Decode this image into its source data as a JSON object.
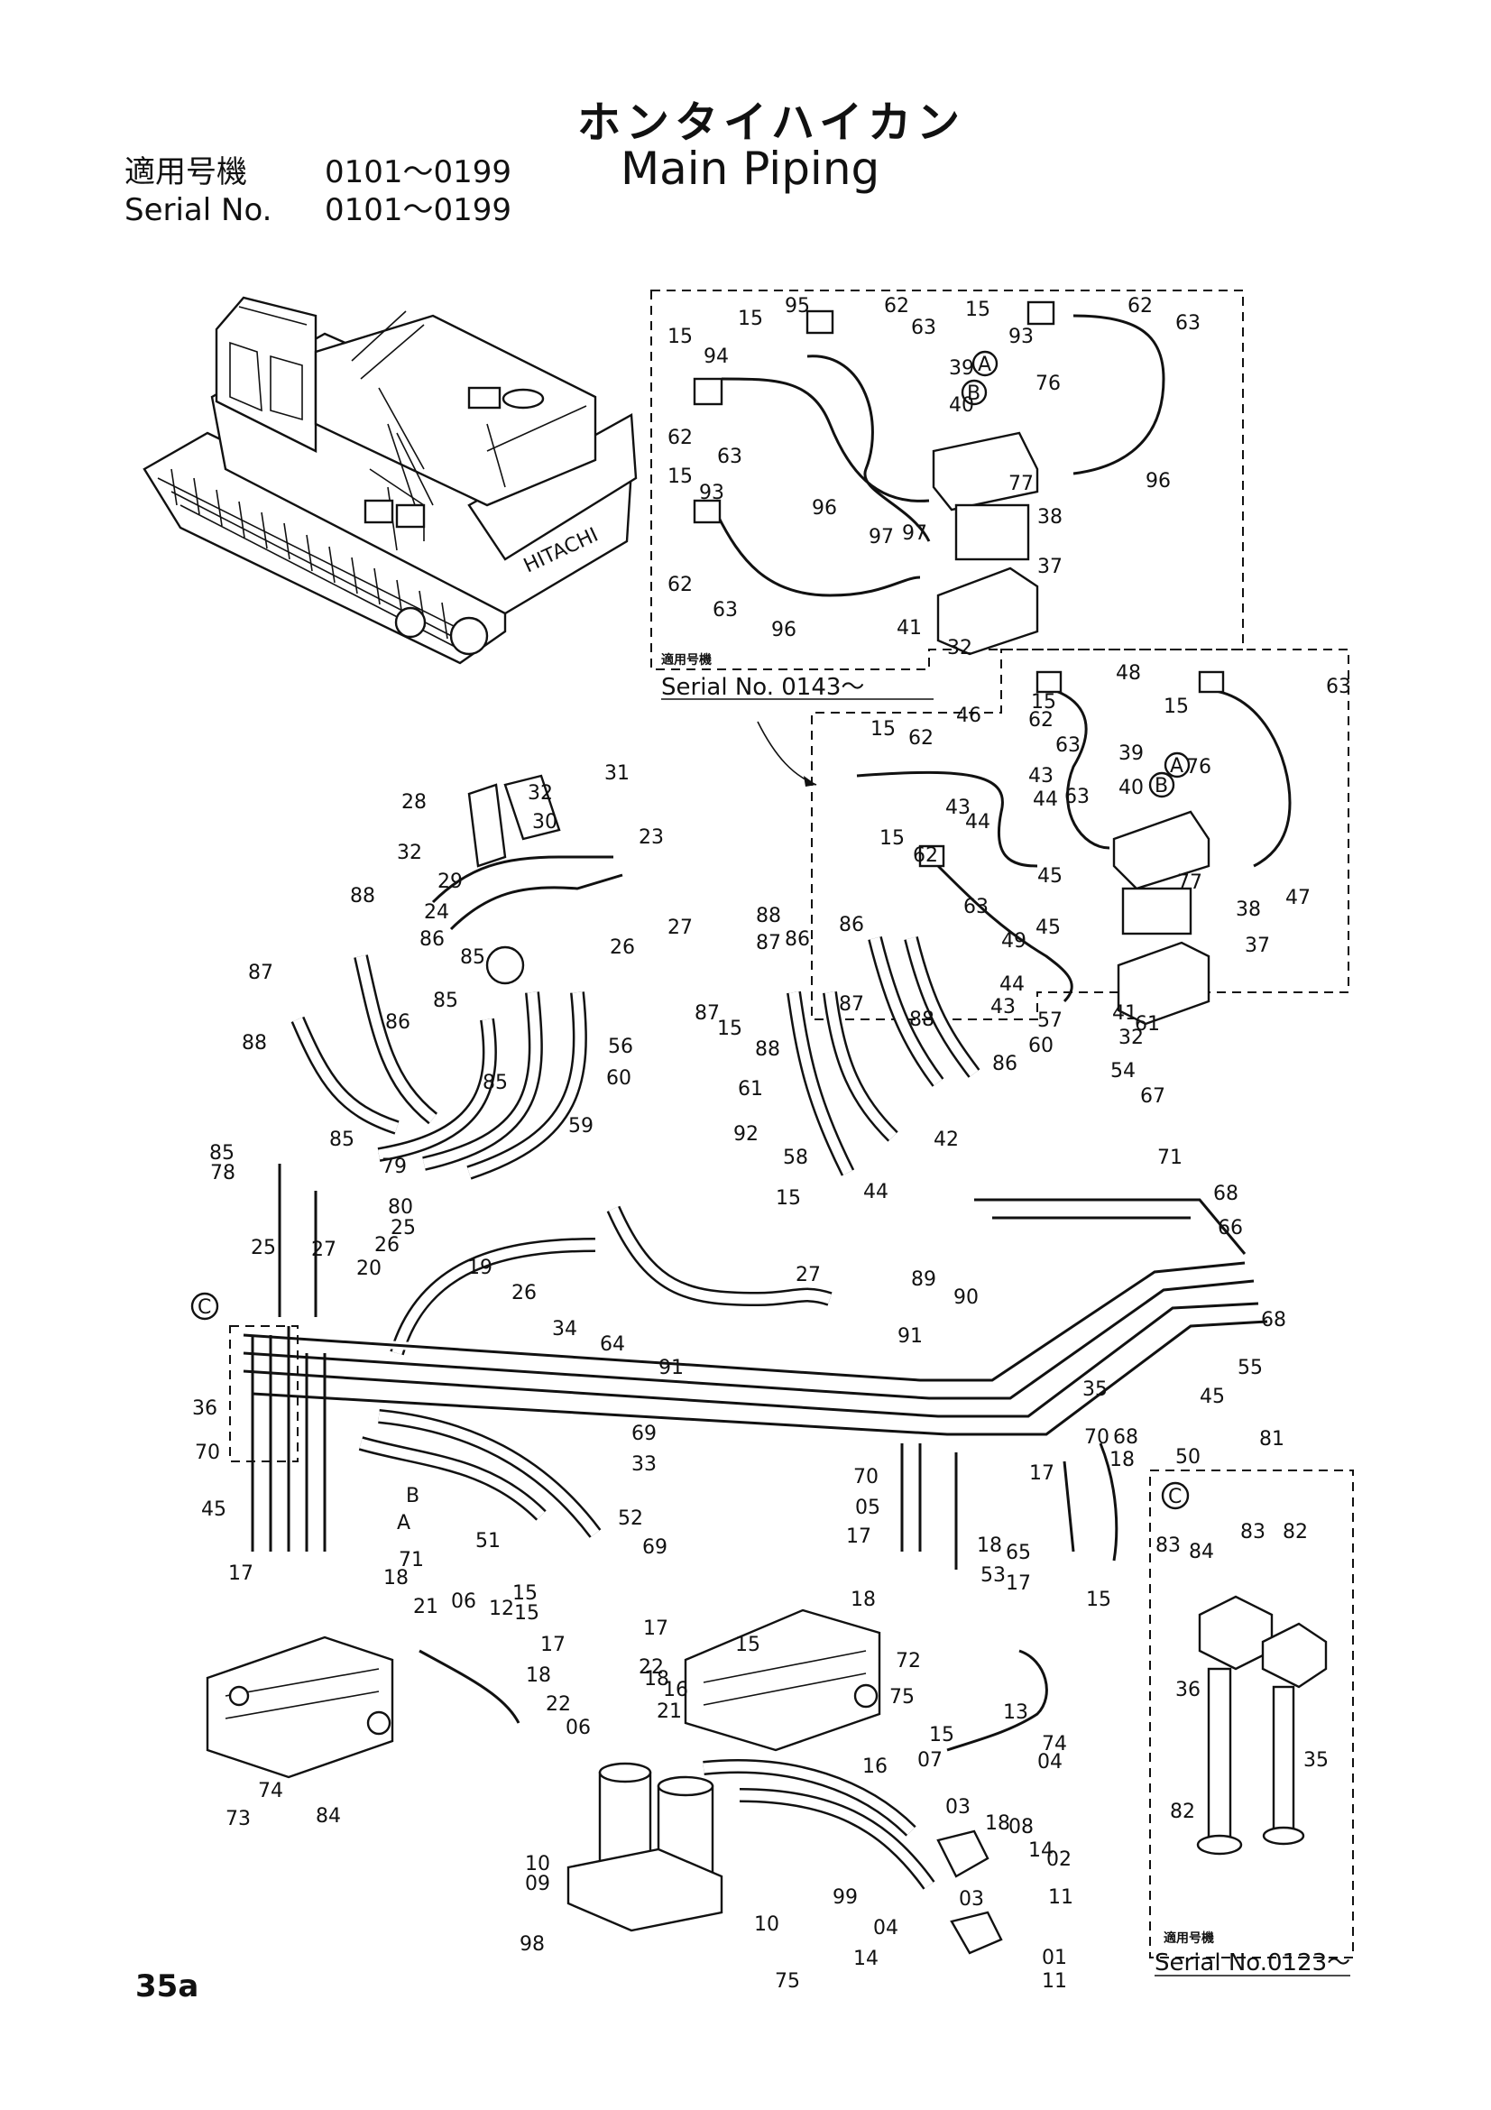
{
  "title": {
    "japanese": "ホンタイハイカン",
    "english": "Main Piping"
  },
  "applicability": {
    "jp_label": "適用号機",
    "jp_range": "0101～0199",
    "en_label": "Serial No.",
    "en_range": "0101～0199"
  },
  "insets": {
    "upper_serial_jp": "適用号機",
    "upper_serial": "Serial No. 0143～",
    "lower_serial_jp": "適用号機",
    "lower_serial": "Serial No.0123～",
    "lower_marker": "C"
  },
  "markers": {
    "a": "A",
    "b": "B",
    "c": "C"
  },
  "machine_brand": "HITACHI",
  "page_number": "35a",
  "part_labels": [
    "15",
    "95",
    "62",
    "63",
    "15",
    "93",
    "62",
    "63",
    "15",
    "94",
    "39",
    "40",
    "76",
    "62",
    "63",
    "15",
    "93",
    "96",
    "77",
    "97",
    "96",
    "38",
    "97",
    "62",
    "63",
    "37",
    "96",
    "41",
    "32",
    "48",
    "15",
    "62",
    "63",
    "15",
    "63",
    "46",
    "15",
    "62",
    "39",
    "76",
    "43",
    "44",
    "40",
    "63",
    "43",
    "44",
    "15",
    "62",
    "45",
    "77",
    "47",
    "38",
    "63",
    "49",
    "45",
    "37",
    "44",
    "43",
    "41",
    "32",
    "31",
    "32",
    "28",
    "30",
    "32",
    "29",
    "23",
    "24",
    "27",
    "26",
    "88",
    "86",
    "85",
    "87",
    "88",
    "86",
    "85",
    "88",
    "86",
    "85",
    "87",
    "88",
    "86",
    "87",
    "88",
    "86",
    "87",
    "15",
    "56",
    "60",
    "61",
    "59",
    "92",
    "58",
    "15",
    "57",
    "60",
    "61",
    "54",
    "67",
    "42",
    "44",
    "71",
    "68",
    "66",
    "85",
    "85",
    "78",
    "79",
    "80",
    "26",
    "25",
    "27",
    "25",
    "20",
    "19",
    "26",
    "27",
    "91",
    "89",
    "90",
    "91",
    "68",
    "55",
    "34",
    "64",
    "35",
    "45",
    "36",
    "69",
    "70",
    "45",
    "33",
    "52",
    "69",
    "17",
    "18",
    "70",
    "68",
    "81",
    "50",
    "51",
    "B",
    "A",
    "71",
    "70",
    "05",
    "17",
    "18",
    "53",
    "65",
    "17",
    "18",
    "17",
    "18",
    "15",
    "15",
    "15",
    "06",
    "21",
    "12",
    "17",
    "18",
    "17",
    "18",
    "22",
    "06",
    "22",
    "16",
    "21",
    "15",
    "72",
    "75",
    "74",
    "13",
    "15",
    "07",
    "16",
    "04",
    "03",
    "18",
    "08",
    "14",
    "02",
    "11",
    "10",
    "09",
    "98",
    "99",
    "03",
    "04",
    "14",
    "01",
    "11",
    "10",
    "75",
    "74",
    "73",
    "84",
    "83",
    "84",
    "83",
    "82",
    "36",
    "35",
    "82"
  ]
}
